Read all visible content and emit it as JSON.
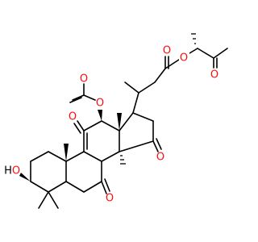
{
  "diagram": {
    "type": "skeletal-formula",
    "colors": {
      "oxygen": "#ff0d0d",
      "carbon": "#000000",
      "background": "#ffffff"
    },
    "atom_labels": {
      "ester_carbonyl_o": "O",
      "ester_ether_o": "O",
      "side_chain_ketone_o": "O",
      "acetate_carbonyl_o": "O",
      "acetate_ether_o": "O",
      "c11_ketone_o": "O",
      "c15_ketone_o": "O",
      "c7_ketone_o": "O",
      "hydroxyl_h": "H",
      "hydroxyl_o": "O"
    }
  }
}
